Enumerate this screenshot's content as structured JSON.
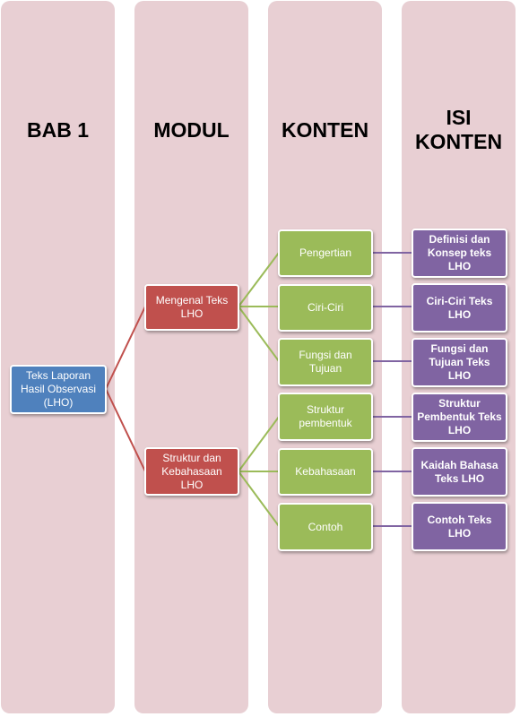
{
  "columns": [
    {
      "title_lines": [
        "BAB 1"
      ]
    },
    {
      "title_lines": [
        "MODUL"
      ]
    },
    {
      "title_lines": [
        "KONTEN"
      ]
    },
    {
      "title_lines": [
        "ISI",
        "KONTEN"
      ]
    }
  ],
  "root": {
    "label": "Teks Laporan Hasil Observasi (LHO)"
  },
  "modules": [
    {
      "label": "Mengenal Teks LHO"
    },
    {
      "label": "Struktur dan Kebahasaan LHO"
    }
  ],
  "contents": [
    {
      "label": "Pengertian"
    },
    {
      "label": "Ciri-Ciri"
    },
    {
      "label": "Fungsi dan Tujuan"
    },
    {
      "label": "Struktur pembentuk"
    },
    {
      "label": "Kebahasaan"
    },
    {
      "label": "Contoh"
    }
  ],
  "details": [
    {
      "label": "Definisi dan Konsep teks LHO"
    },
    {
      "label": "Ciri-Ciri Teks LHO"
    },
    {
      "label": "Fungsi dan Tujuan Teks LHO"
    },
    {
      "label": "Struktur Pembentuk Teks LHO"
    },
    {
      "label": "Kaidah Bahasa Teks LHO"
    },
    {
      "label": "Contoh Teks LHO"
    }
  ],
  "colors": {
    "column_bg": "#e8cfd3",
    "root": "#4f81bd",
    "module": "#c0504d",
    "content": "#9bbb59",
    "detail": "#8064a2"
  }
}
